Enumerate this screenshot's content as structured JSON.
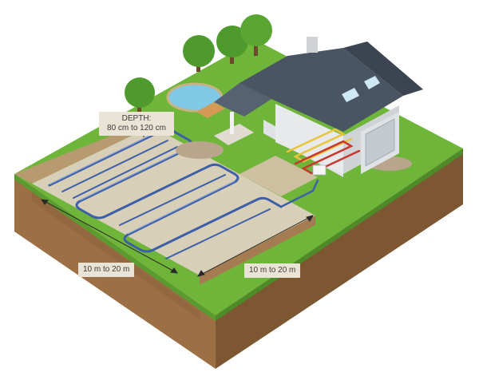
{
  "labels": {
    "depth_title": "DEPTH:",
    "depth_range": "80 cm to 120 cm",
    "length_left": "10 m to 20 m",
    "length_right": "10 m to 20 m"
  },
  "colors": {
    "grass": "#6fb53a",
    "grass_dark": "#5a9a2e",
    "soil_front": "#9c6f45",
    "soil_side": "#7d5632",
    "trench_floor": "#d8cfb8",
    "pipe_blue": "#3d5fa8",
    "pipe_red": "#c8372d",
    "pipe_yellow": "#e8c43a",
    "roof": "#4a5563",
    "wall": "#e7e9ea",
    "water": "#7fc8e6",
    "label_bg": "#e9e4d6"
  }
}
